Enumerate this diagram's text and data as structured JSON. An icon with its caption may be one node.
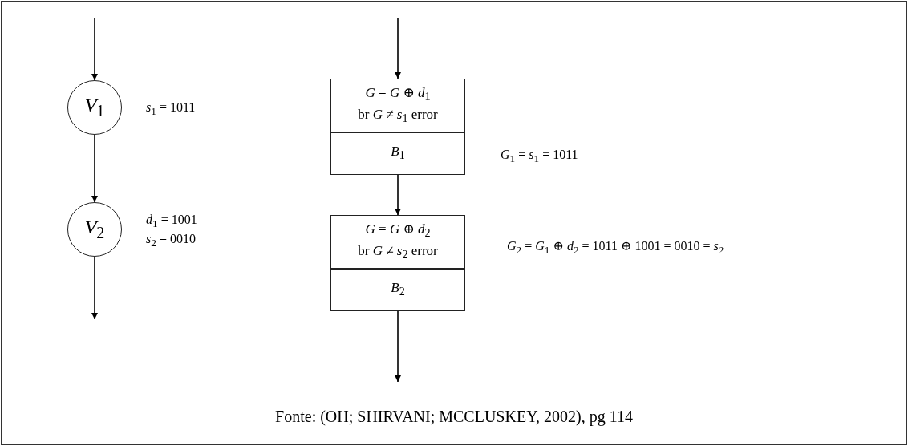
{
  "diagram": {
    "caption": "Fonte: (OH; SHIRVANI; MCCLUSKEY, 2002), pg 114",
    "nodes": [
      {
        "text": [
          "*V*$_{1}$"
        ],
        "beside": [
          "*s*$_{1}$ = 1011"
        ]
      },
      {
        "text": [
          "*V*$_{2}$"
        ],
        "beside": [
          "*d*$_{1}$ = 1001",
          "*s*$_{2}$ = 0010"
        ]
      },
      {
        "text": [
          "*G* = *G* ⊕ *d*$_{1}$",
          "br *G* ≠ *s*$_{1}$ error"
        ]
      },
      {
        "text": [
          "*B*$_{1}$"
        ],
        "beside": [
          "*G*$_{1}$ = *s*$_{1}$ = 1011"
        ]
      },
      {
        "text": [
          "*G* = *G* ⊕ *d*$_{2}$",
          "br *G* ≠ *s*$_{2}$ error"
        ]
      },
      {
        "text": [
          "*B*$_{2}$"
        ],
        "beside": [
          "*G*$_{2}$ = *G*$_{1}$ ⊕ *d*$_{2}$ = 1011 ⊕ 1001 = 0010 = *s*$_{2}$"
        ]
      }
    ],
    "edges": [
      {
        "from": null,
        "to": 0,
        "arrow": "to"
      },
      {
        "from": 0,
        "to": 1,
        "arrow": "to"
      },
      {
        "from": 1,
        "to": null,
        "arrow": "to"
      },
      {
        "from": null,
        "to": 2,
        "arrow": "to"
      },
      {
        "from": 3,
        "to": 4,
        "arrow": "to"
      },
      {
        "from": 5,
        "to": null,
        "arrow": "to"
      }
    ]
  }
}
